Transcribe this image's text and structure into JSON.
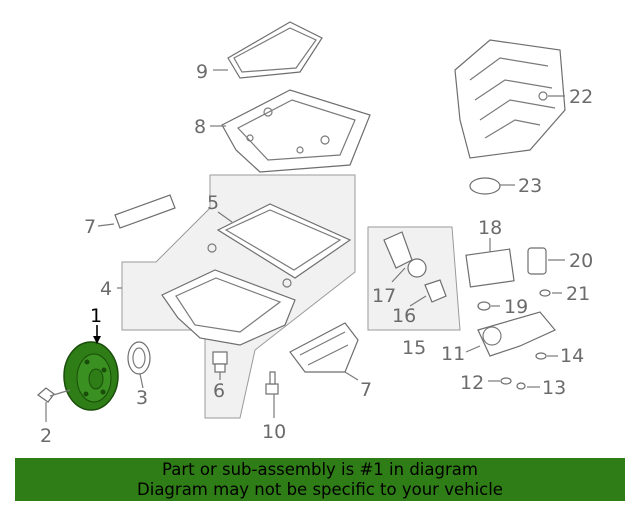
{
  "diagram": {
    "highlighted_callout": "1",
    "highlight_color": "#2e7d16",
    "callouts": [
      "1",
      "2",
      "3",
      "4",
      "5",
      "6",
      "7",
      "7",
      "8",
      "9",
      "10",
      "11",
      "12",
      "13",
      "14",
      "15",
      "16",
      "17",
      "18",
      "19",
      "20",
      "21",
      "22",
      "23"
    ]
  },
  "banner": {
    "line1": "Part or sub-assembly is #1 in diagram",
    "line2": "Diagram may not be specific to your vehicle",
    "background_color": "#2e7d16"
  }
}
